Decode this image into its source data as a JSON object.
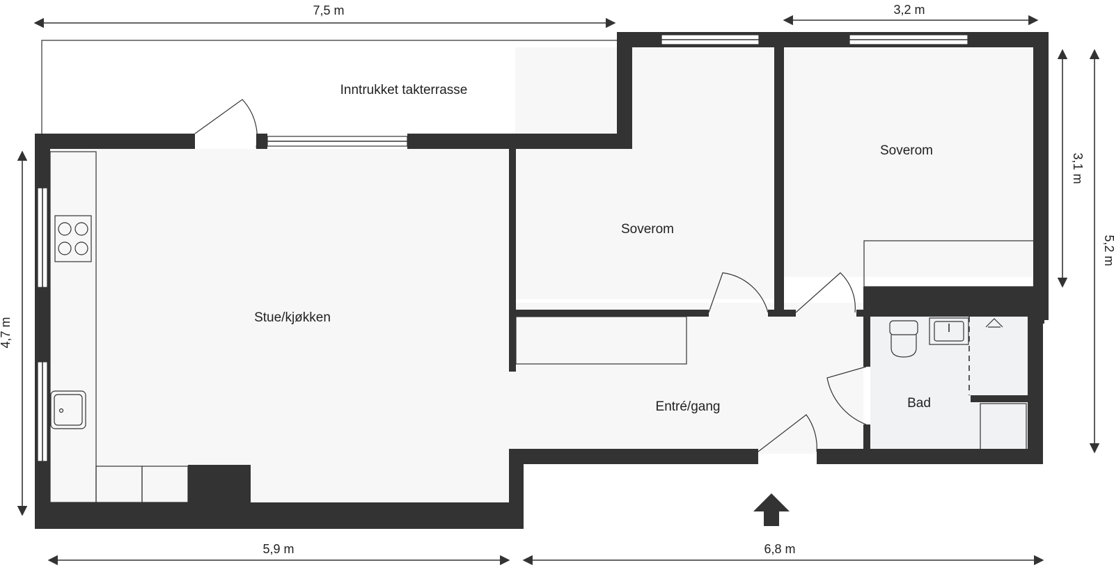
{
  "rooms": {
    "terrace": "Inntrukket takterrasse",
    "living_kitchen": "Stue/kjøkken",
    "bedroom_1": "Soverom",
    "bedroom_2": "Soverom",
    "hallway": "Entré/gang",
    "bathroom": "Bad"
  },
  "dimensions": {
    "top_left": "7,5 m",
    "top_right": "3,2 m",
    "left": "4,7 m",
    "right_inner": "3,1 m",
    "right_outer": "5,2 m",
    "bottom_left": "5,9 m",
    "bottom_right": "6,8 m"
  },
  "colors": {
    "wall": "#333333",
    "floor": "#f7f7f8",
    "bathroom_floor": "#f1f2f4"
  }
}
